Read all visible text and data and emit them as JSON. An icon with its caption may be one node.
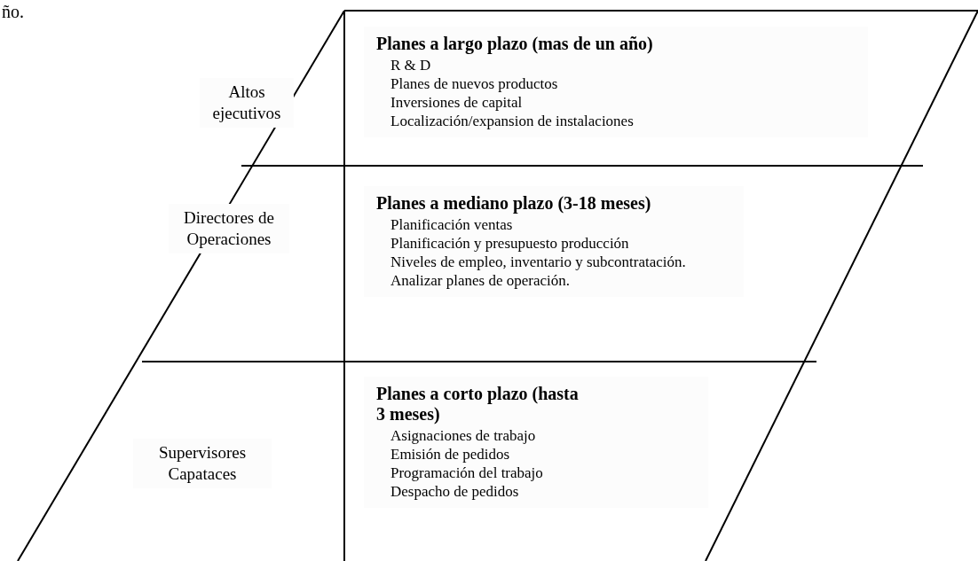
{
  "diagram": {
    "nodes": [
      {
        "text": [
          "Altos ejecutivos"
        ]
      },
      {
        "text": [
          "Planes a largo plazo (mas de un año)",
          "R & D",
          "Planes de nuevos productos",
          "Inversiones de capital",
          "Localización/expansion de instalaciones"
        ]
      },
      {
        "text": [
          "Directores de Operaciones"
        ]
      },
      {
        "text": [
          "Planes a mediano plazo (3-18 meses)",
          "Planificación ventas",
          "Planificación y presupuesto producción",
          "Niveles de empleo, inventario y subcontratación.",
          "Analizar planes de operación."
        ]
      },
      {
        "text": [
          "Supervisores Capataces"
        ]
      },
      {
        "text": [
          "Planes a corto plazo (hasta 3 meses)",
          "Asignaciones de trabajo",
          "Emisión de pedidos",
          "Programación del trabajo",
          "Despacho de pedidos"
        ]
      }
    ],
    "labels": [
      "ño."
    ]
  }
}
